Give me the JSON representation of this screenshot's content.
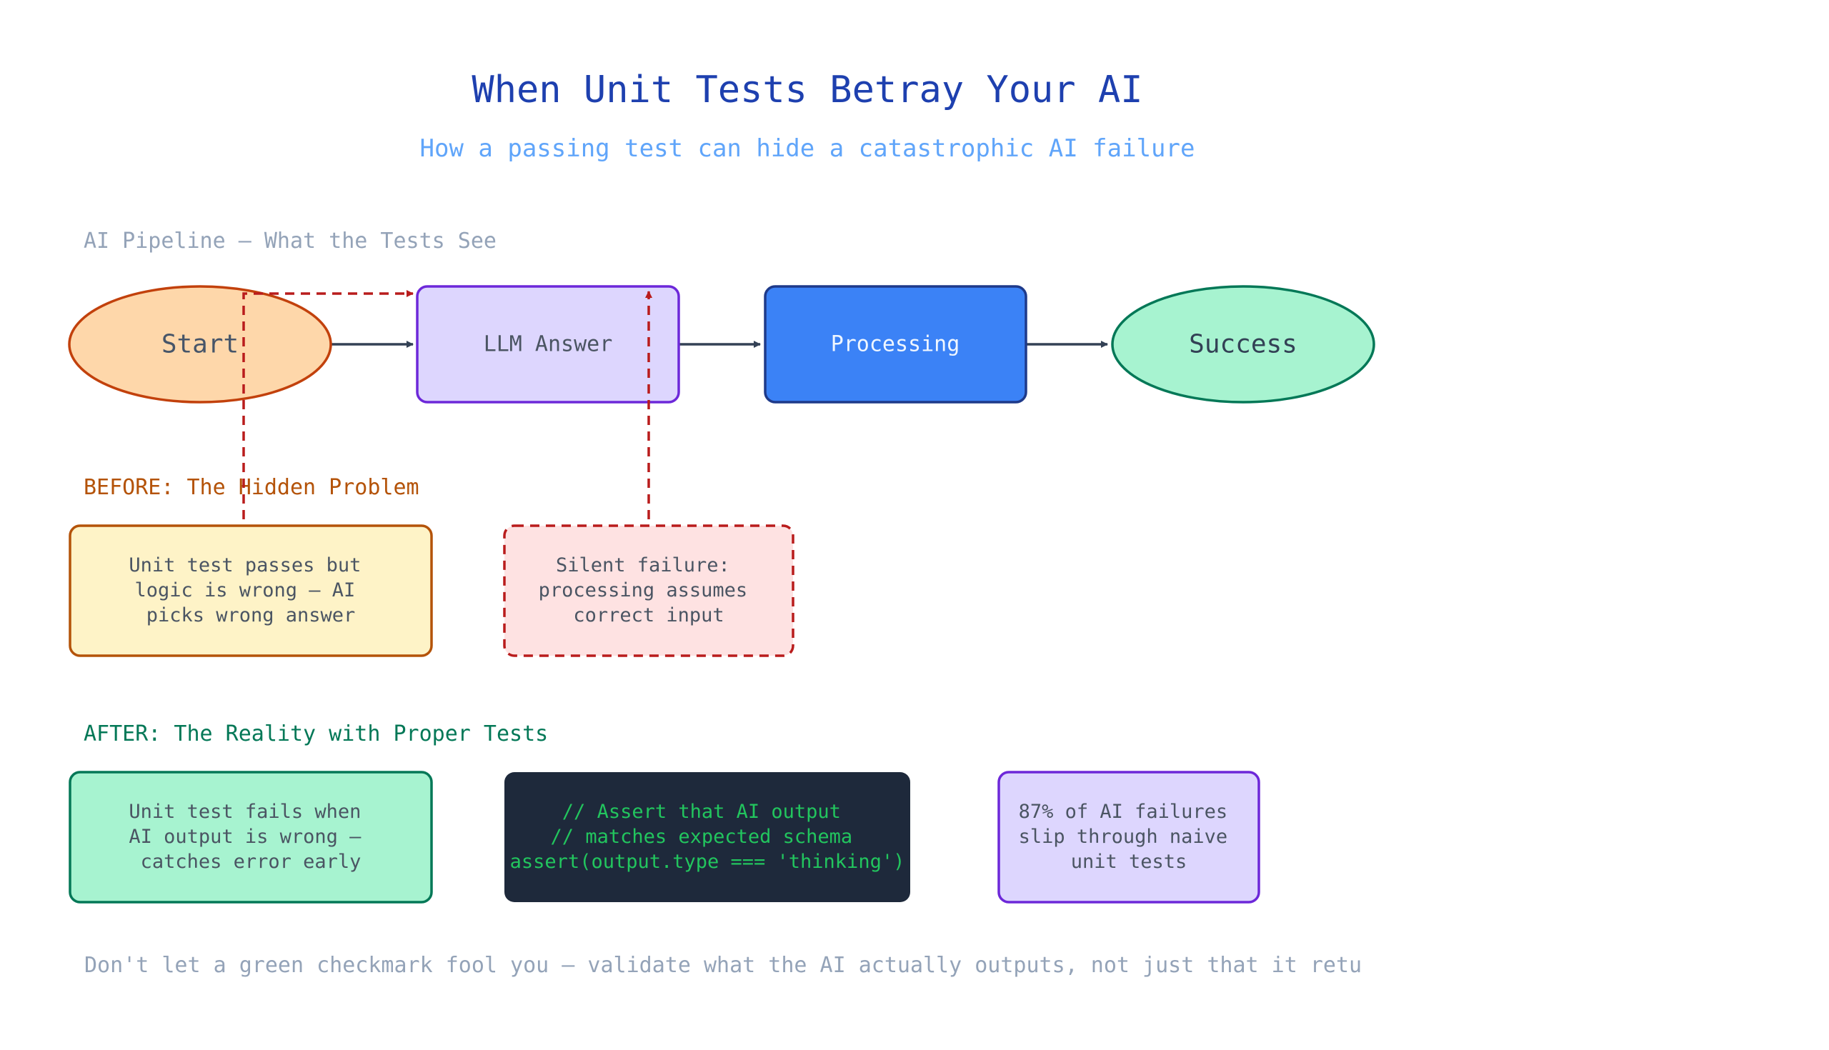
{
  "title": "When Unit Tests Betray Your AI",
  "subtitle": "How a passing test can hide a catastrophic AI failure",
  "sections": {
    "pipeline": "AI Pipeline — What the Tests See",
    "before": "BEFORE: The Hidden Problem",
    "after": "AFTER: The Reality with Proper Tests"
  },
  "pipeline_nodes": {
    "start": "Start",
    "llm": "LLM Answer",
    "processing": "Processing",
    "success": "Success"
  },
  "before_notes": {
    "unit_pass": [
      "Unit test passes but",
      "logic is wrong — AI",
      "picks wrong answer"
    ],
    "silent": [
      "Silent failure:",
      "processing assumes",
      "correct input"
    ]
  },
  "after_notes": {
    "unit_fail": [
      "Unit test fails when",
      "AI output is wrong —",
      "catches error early"
    ],
    "code": [
      "// Assert that AI output",
      "// matches expected schema",
      "assert(output.type === 'thinking')"
    ],
    "stat": [
      "87% of AI failures",
      "slip through naive",
      "unit tests"
    ]
  },
  "footer": "Don't let a green checkmark fool you — validate what the AI actually outputs, not just that it retu",
  "colors": {
    "title": "#1e40af",
    "subtitle": "#60a5fa",
    "section_gray": "#94a3b8",
    "section_before": "#b45309",
    "section_after": "#047857",
    "start_fill": "#fed7aa",
    "start_stroke": "#c2410c",
    "llm_fill": "#ddd6fe",
    "llm_stroke": "#6d28d9",
    "processing_fill": "#3b82f6",
    "processing_stroke": "#1e3a8a",
    "success_fill": "#a7f3d0",
    "success_stroke": "#047857",
    "arrow": "#334155",
    "danger": "#b91c1c",
    "note_yellow_fill": "#fef3c7",
    "note_yellow_stroke": "#b45309",
    "note_red_fill": "#fee2e2",
    "code_fill": "#1e293b",
    "code_text": "#22c55e",
    "note_text": "#4b5563"
  }
}
